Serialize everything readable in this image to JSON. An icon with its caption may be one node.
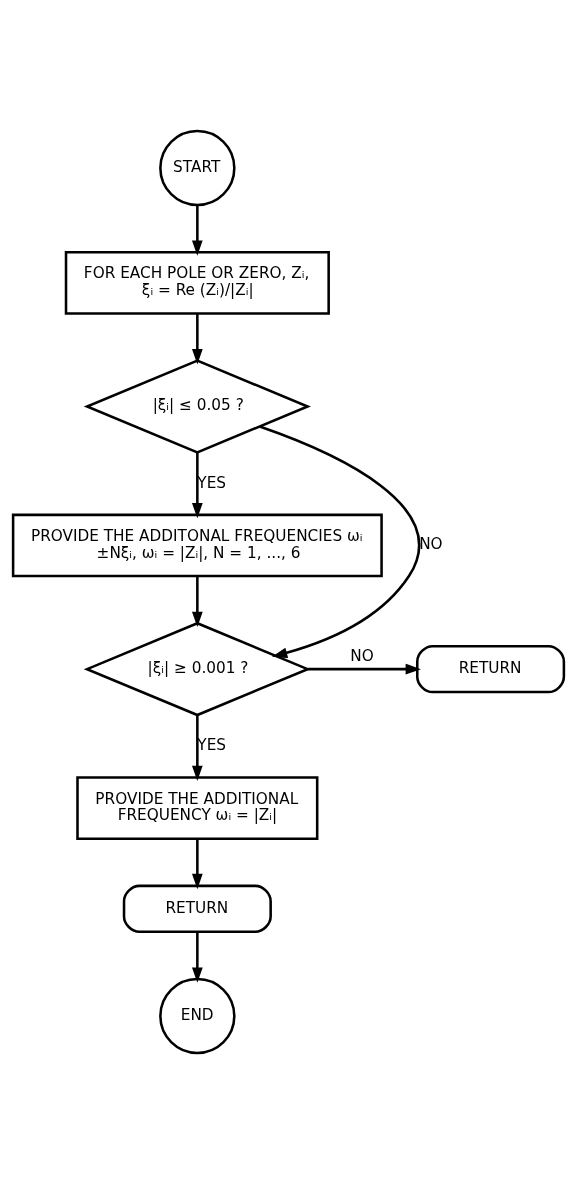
{
  "diagram": {
    "nodes": [
      {
        "text": [
          "START"
        ]
      },
      {
        "text": [
          "FOR EACH POLE OR ZERO, Zᵢ, ξᵢ = Re (Zᵢ)/|Zᵢ|"
        ]
      },
      {
        "text": [
          "|ξᵢ| ≤ 0.05 ?"
        ]
      },
      {
        "text": [
          "PROVIDE THE ADDITONAL FREQUENCIES ωᵢ ±Nξᵢ, ωᵢ = |Zᵢ|, N = 1, ..., 6"
        ]
      },
      {
        "text": [
          "|ξᵢ| ≥ 0.001 ?"
        ]
      },
      {
        "text": [
          "RETURN"
        ]
      },
      {
        "text": [
          "PROVIDE THE ADDITIONAL FREQUENCY ωᵢ = |Zᵢ|"
        ]
      },
      {
        "text": [
          "RETURN"
        ]
      },
      {
        "text": [
          "END"
        ]
      }
    ],
    "edges": [
      {
        "from": 0,
        "to": 1,
        "arrow": "to"
      },
      {
        "from": 1,
        "to": 2,
        "arrow": "to"
      },
      {
        "from": 2,
        "to": 4,
        "arrow": "to",
        "label": "NO"
      },
      {
        "from": 2,
        "to": 3,
        "arrow": "to",
        "label": "YES"
      },
      {
        "from": 3,
        "to": 4,
        "arrow": "to"
      },
      {
        "from": 4,
        "to": 5,
        "arrow": "to",
        "label": "NO"
      },
      {
        "from": 4,
        "to": 6,
        "arrow": "to",
        "label": "YES"
      },
      {
        "from": 6,
        "to": 7,
        "arrow": "to"
      },
      {
        "from": 7,
        "to": 8,
        "arrow": "to"
      }
    ]
  }
}
